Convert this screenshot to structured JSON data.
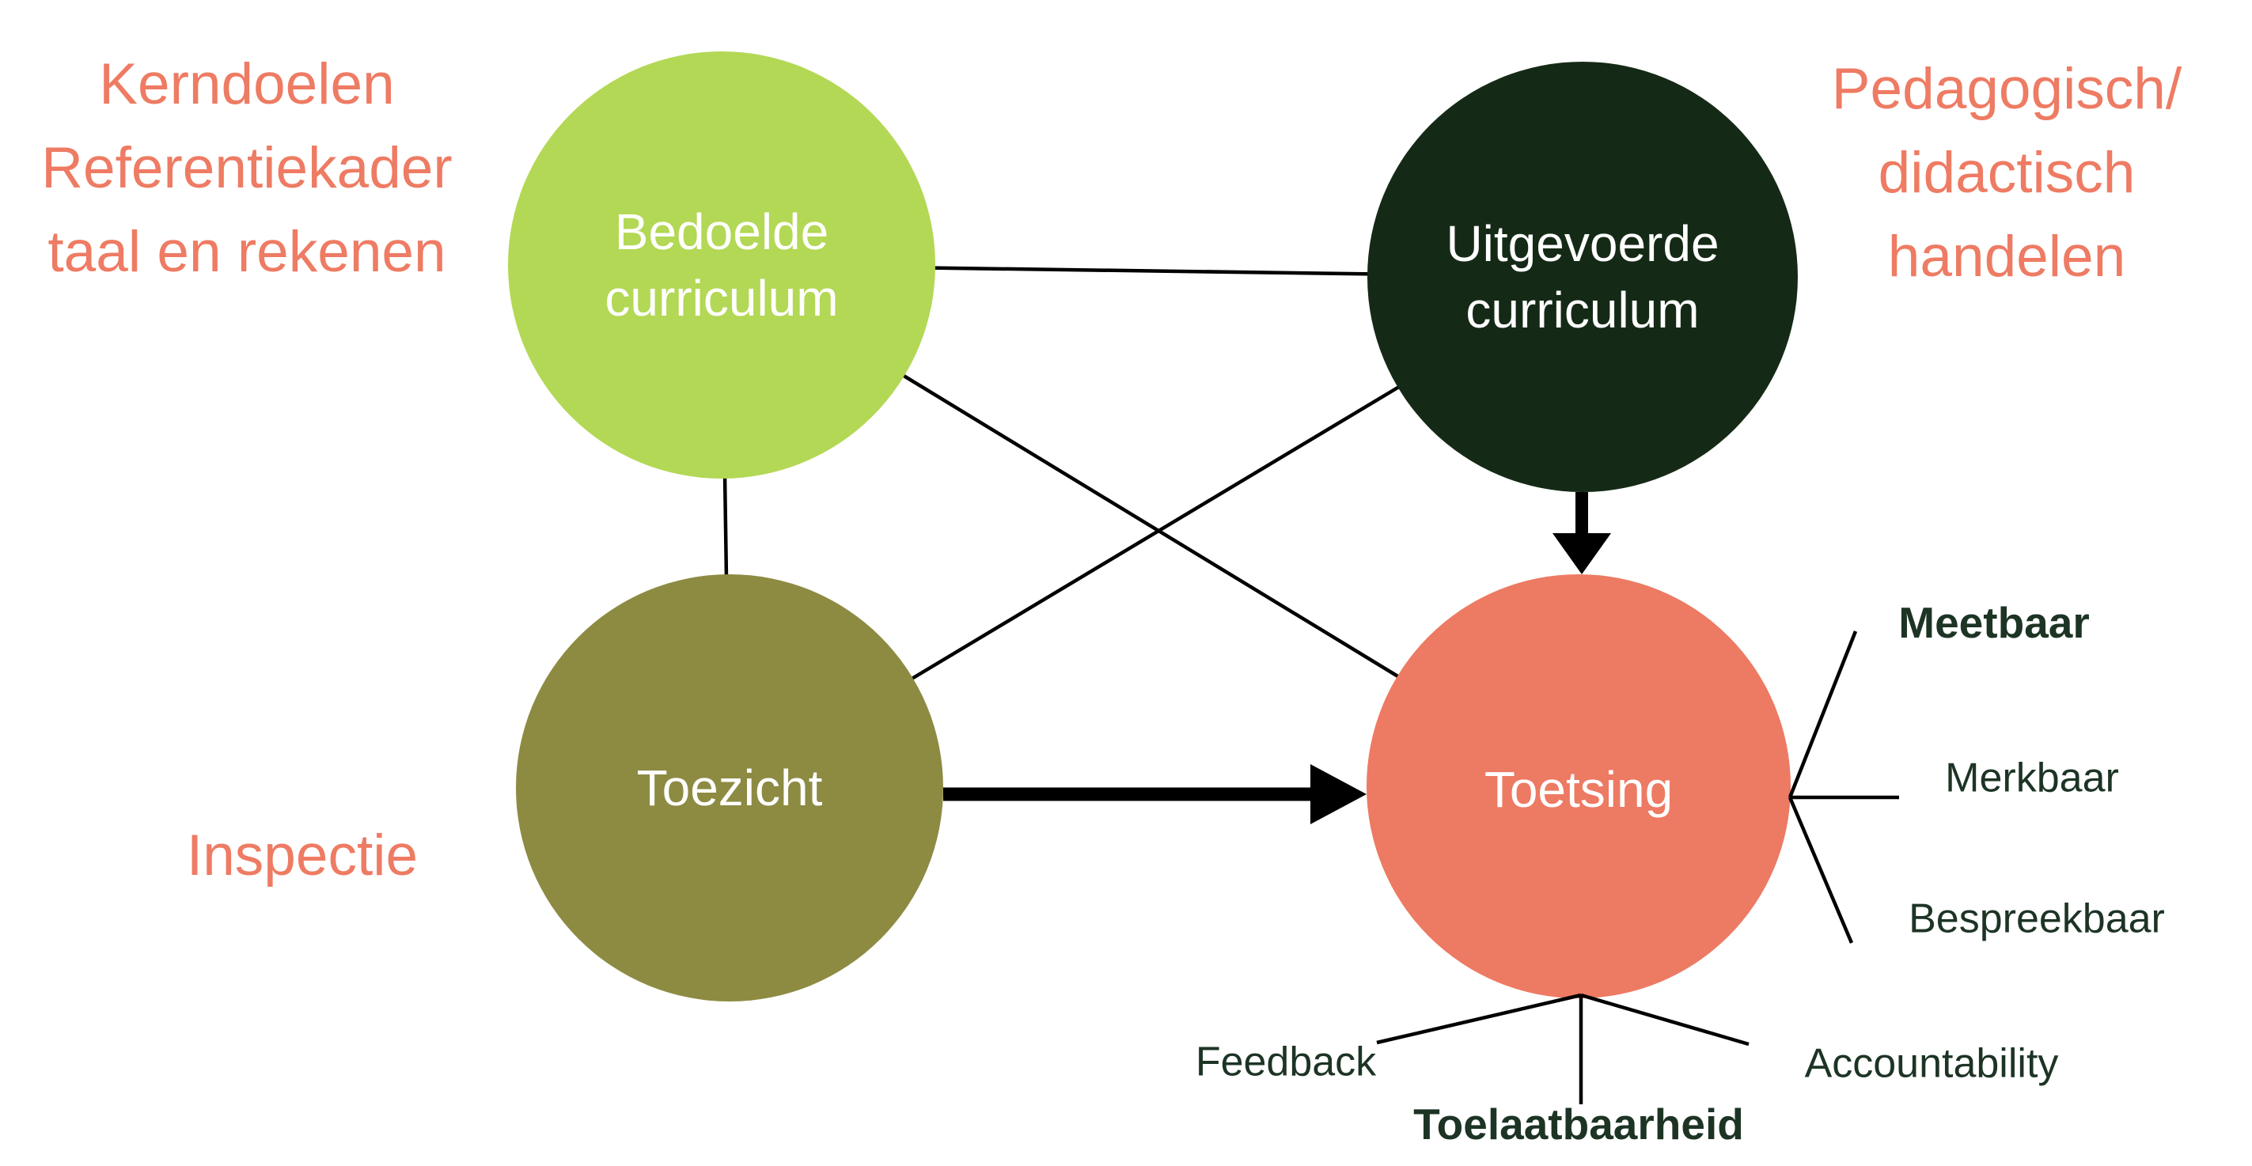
{
  "diagram": {
    "title_hint": "Curriculum / toetsing relational diagram (Dutch)",
    "nodes": [
      {
        "id": "bedoelde",
        "label": "Bedoelde\ncurriculum",
        "color": "#b3d855",
        "text_color": "#ffffff"
      },
      {
        "id": "uitgevoerde",
        "label": "Uitgevoerde\ncurriculum",
        "color": "#152a16",
        "text_color": "#ffffff"
      },
      {
        "id": "toezicht",
        "label": "Toezicht",
        "color": "#8d8b42",
        "text_color": "#ffffff"
      },
      {
        "id": "toetsing",
        "label": "Toetsing",
        "color": "#ed7a63",
        "text_color": "#ffffff"
      }
    ],
    "annotations": {
      "kerndoelen": "Kerndoelen\nReferentiekader\ntaal en rekenen",
      "pedagogisch": "Pedagogisch/\ndidactisch\nhandelen",
      "inspectie": "Inspectie"
    },
    "toetsing_terms": {
      "meetbaar": "Meetbaar",
      "merkbaar": "Merkbaar",
      "bespreekbaar": "Bespreekbaar",
      "feedback": "Feedback",
      "toelaatbaarheid": "Toelaatbaarheid",
      "accountability": "Accountability"
    },
    "colors": {
      "light_green_circle": "#b3d855",
      "dark_green_circle": "#152a16",
      "olive_circle": "#8d8b42",
      "salmon_circle": "#ed7a63",
      "coral_text": "#ee7b63",
      "dark_green_text": "#1d3425",
      "line_black": "#000000"
    }
  }
}
